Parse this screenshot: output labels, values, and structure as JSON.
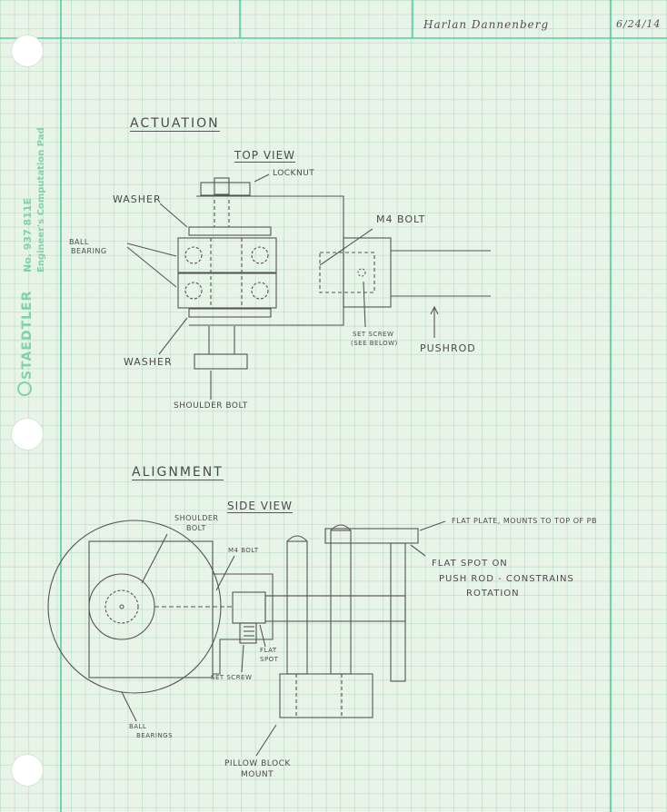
{
  "header": {
    "name": "Harlan Dannenberg",
    "date": "6/24/14"
  },
  "brand": {
    "logo": "STAEDTLER",
    "product_number": "No. 937 811E",
    "product_name": "Engineer's Computation Pad"
  },
  "colors": {
    "paper": "#e9f4e8",
    "rule_line": "#4fd0a0",
    "pencil": "#4a4a4a"
  },
  "section_actuation": {
    "title": "ACTUATION",
    "view_title": "TOP VIEW",
    "labels": {
      "locknut": "LOCKNUT",
      "washer_top": "WASHER",
      "ball_bearing_1": "BALL",
      "ball_bearing_2": "BEARING",
      "m4_bolt": "M4 BOLT",
      "set_screw_1": "SET SCREW",
      "set_screw_2": "(SEE BELOW)",
      "pushrod": "PUSHROD",
      "washer_bottom": "WASHER",
      "shoulder_bolt": "SHOULDER BOLT"
    }
  },
  "section_alignment": {
    "title": "ALIGNMENT",
    "view_title": "SIDE VIEW",
    "labels": {
      "shoulder_bolt_1": "SHOULDER",
      "shoulder_bolt_2": "BOLT",
      "m4_bolt": "M4 BOLT",
      "flat_plate": "FLAT PLATE, MOUNTS TO TOP OF PB",
      "flat_spot_1": "FLAT SPOT ON",
      "flat_spot_2": "PUSH ROD - CONSTRAINS",
      "flat_spot_3": "ROTATION",
      "flat_spot_small_1": "FLAT",
      "flat_spot_small_2": "SPOT",
      "set_screw": "SET SCREW",
      "ball_bearings_1": "BALL",
      "ball_bearings_2": "BEARINGS",
      "pillow_block_1": "PILLOW BLOCK",
      "pillow_block_2": "MOUNT"
    }
  }
}
